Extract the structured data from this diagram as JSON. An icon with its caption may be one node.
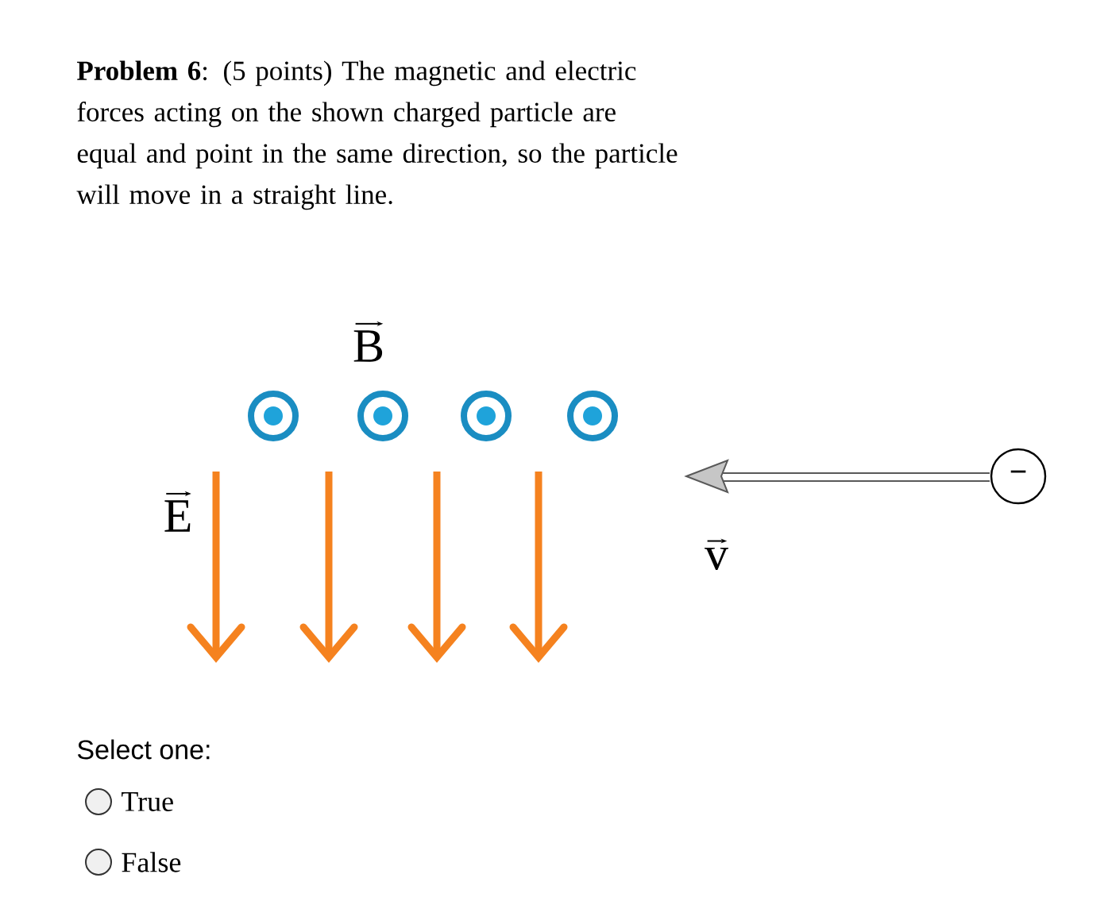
{
  "diagram": {
    "nodes": [
      {
        "text": [
          "−"
        ]
      }
    ],
    "labels": [
      "**Problem 6**: (5 points) The magnetic and electric forces acting on the shown charged particle are equal and point in the same direction, so the particle will move in a straight line.",
      "B",
      "E",
      "v",
      "Select one:",
      "True",
      "False"
    ]
  }
}
